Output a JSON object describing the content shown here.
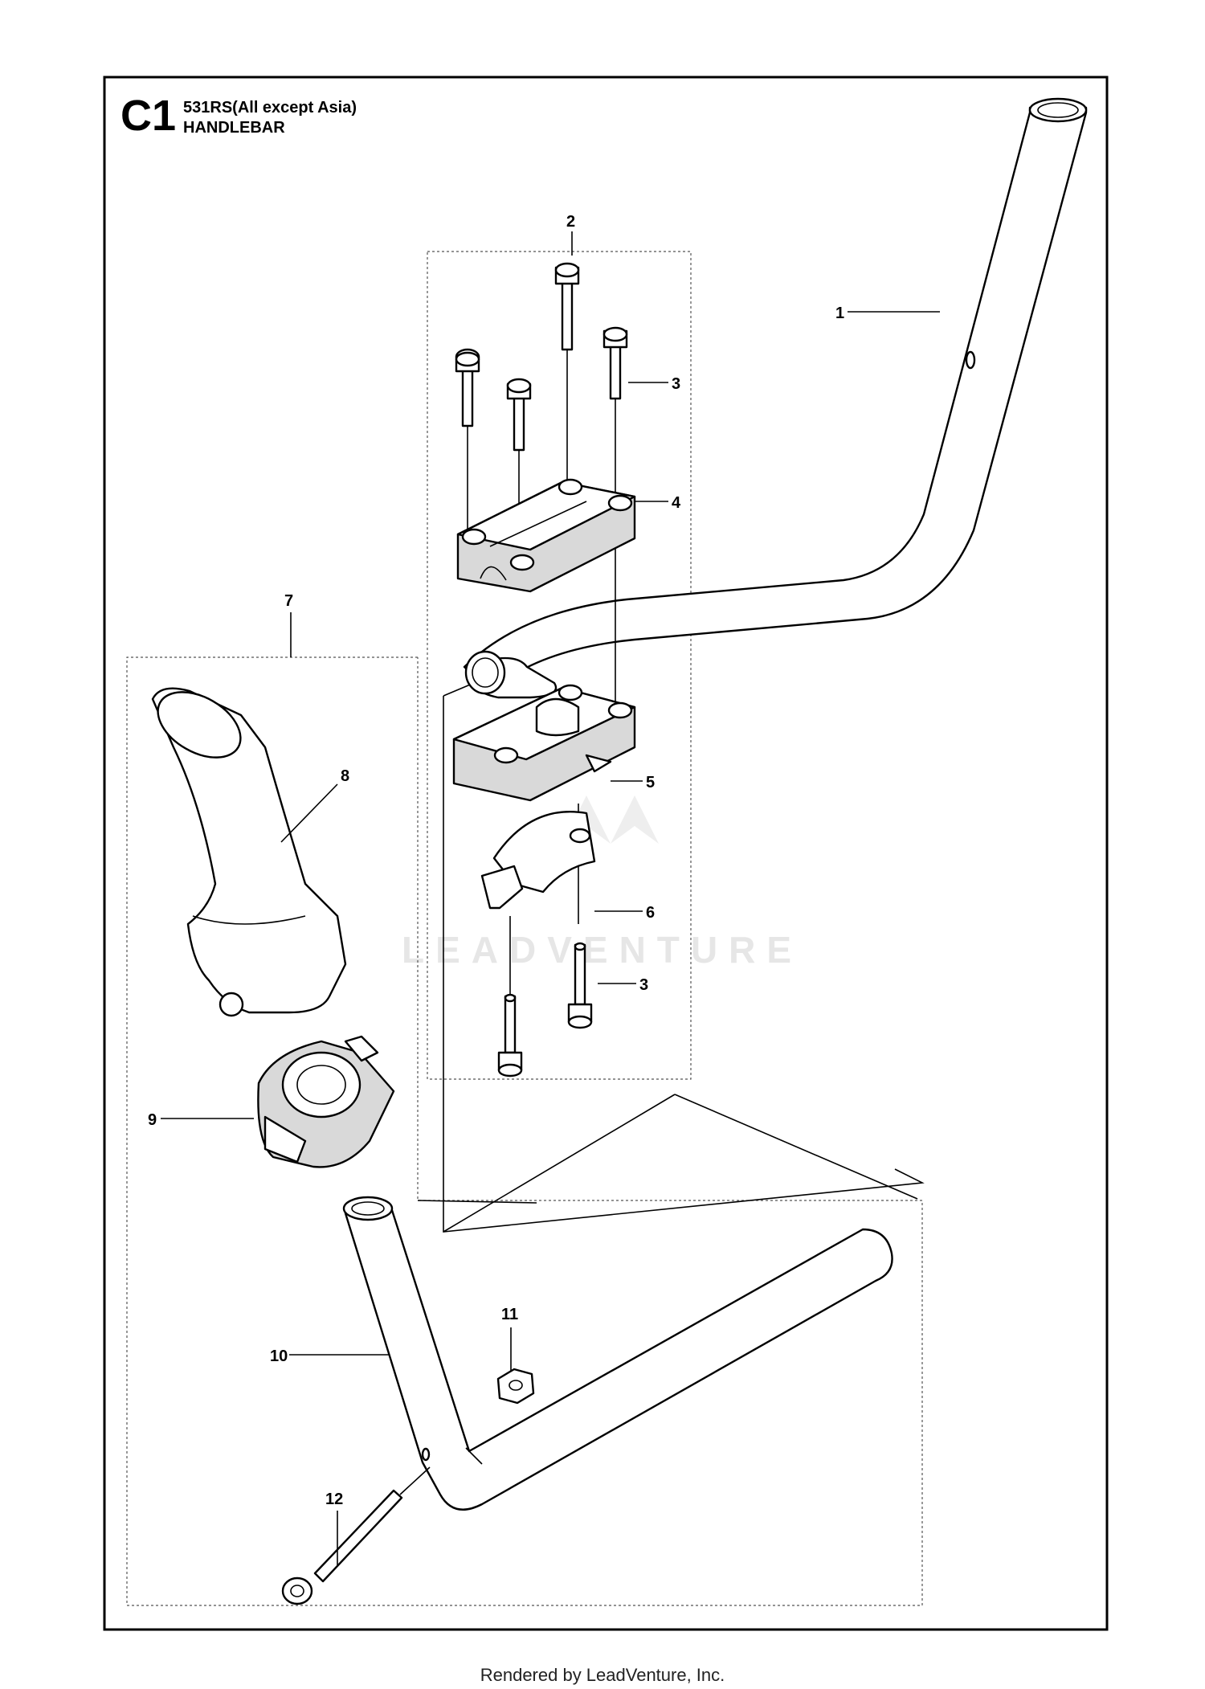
{
  "header": {
    "section_code": "C1",
    "model": "531RS(All except Asia)",
    "title": "HANDLEBAR"
  },
  "callouts": [
    "1",
    "2",
    "3",
    "4",
    "5",
    "6",
    "7",
    "8",
    "9",
    "10",
    "11",
    "12"
  ],
  "watermark": "LEADVENTURE",
  "footer": "Rendered by LeadVenture, Inc."
}
